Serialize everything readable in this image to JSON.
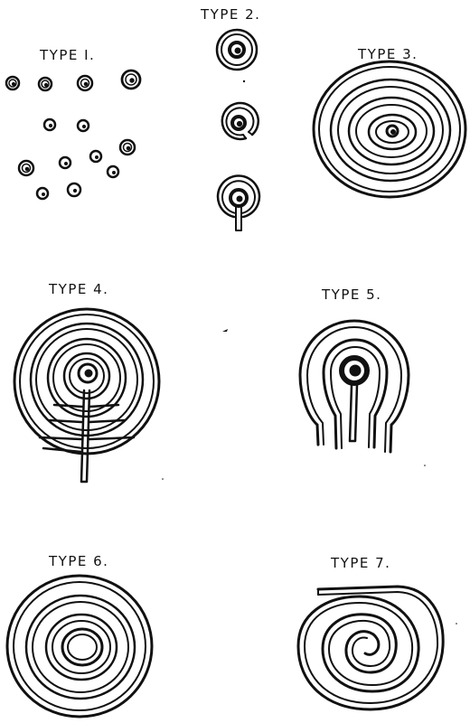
{
  "plate": {
    "ink_color": "#111111",
    "background_color": "#ffffff",
    "types": [
      {
        "id": "type-1",
        "label": "TYPE I."
      },
      {
        "id": "type-2",
        "label": "TYPE 2."
      },
      {
        "id": "type-3",
        "label": "TYPE 3."
      },
      {
        "id": "type-4",
        "label": "TYPE 4."
      },
      {
        "id": "type-5",
        "label": "TYPE 5."
      },
      {
        "id": "type-6",
        "label": "TYPE 6."
      },
      {
        "id": "type-7",
        "label": "TYPE 7."
      }
    ]
  }
}
